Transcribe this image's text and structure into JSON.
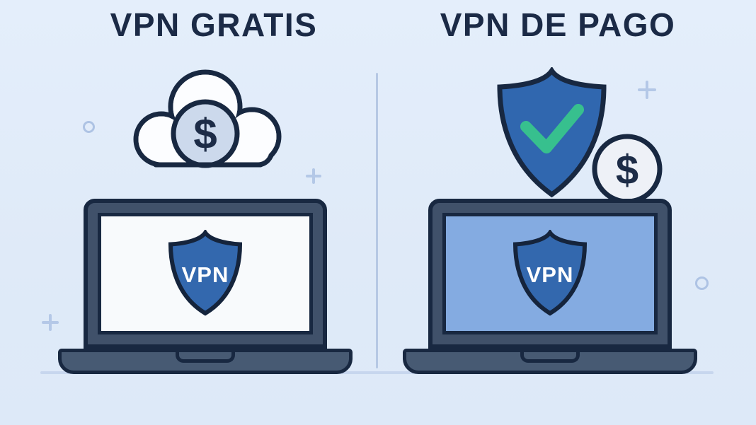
{
  "left": {
    "title": "VPN GRATIS",
    "cloud_badge": {
      "dollar": "$"
    },
    "laptop": {
      "shield_label": "VPN"
    }
  },
  "right": {
    "title": "VPN DE PAGO",
    "price_badge": {
      "dollar": "$"
    },
    "laptop": {
      "shield_label": "VPN"
    }
  },
  "colors": {
    "background": "#e0eaf8",
    "ink_navy": "#1b2a46",
    "outline_navy": "#182841",
    "laptop_slate": "#475a73",
    "free_screen": "#f8fafc",
    "paid_screen": "#84abe1",
    "shield_blue": "#3368ae",
    "hero_shield_blue": "#3067af",
    "check_green": "#37c08e",
    "cloud_white": "#fcfdff",
    "cloud_coin_fill": "#ccd9ec",
    "coin_fill": "#eef1f7",
    "divider": "#b6c8e4",
    "decoration": "#b4c8e7"
  }
}
